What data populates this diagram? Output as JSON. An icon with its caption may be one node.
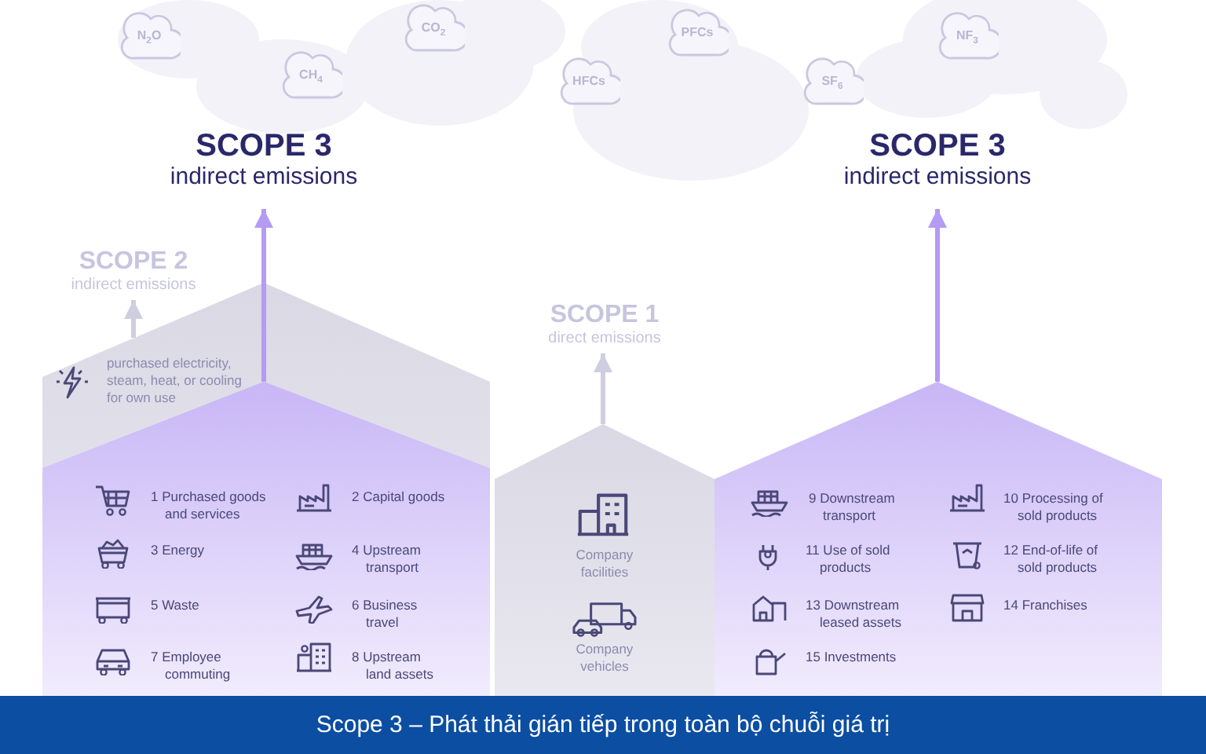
{
  "diagram": {
    "caption": "Scope 3 – Phát thải gián tiếp trong toàn bộ chuỗi giá trị",
    "nodes": [
      {
        "text": [
          "SCOPE 3",
          "indirect emissions"
        ]
      },
      {
        "text": [
          "SCOPE 3",
          "indirect emissions"
        ]
      },
      {
        "text": [
          "SCOPE 2",
          "indirect emissions"
        ]
      },
      {
        "text": [
          "SCOPE 1",
          "direct emissions"
        ]
      },
      {
        "text": [
          "purchased electricity, steam, heat, or cooling for own use"
        ]
      },
      {
        "text": [
          "1 Purchased goods and services",
          "2 Capital goods",
          "3 Energy",
          "4 Upstream transport",
          "5 Waste",
          "6 Business travel",
          "7 Employee commuting",
          "8 Upstream land assets"
        ],
        "in": 4
      },
      {
        "text": [
          "Company facilities",
          "Company vehicles"
        ]
      },
      {
        "text": [
          "9 Downstream transport",
          "10 Processing of sold products",
          "11 Use of sold products",
          "12 End-of-life of sold products",
          "13 Downstream leased assets",
          "14 Franchises",
          "15 Investments"
        ]
      },
      {
        "text": [
          "N$_{2}$O"
        ]
      },
      {
        "text": [
          "CH$_{4}$"
        ]
      },
      {
        "text": [
          "CO$_{2}$"
        ]
      },
      {
        "text": [
          "HFCs"
        ]
      },
      {
        "text": [
          "PFCs"
        ]
      },
      {
        "text": [
          "SF$_{6}$"
        ]
      },
      {
        "text": [
          "NF$_{3}$"
        ]
      }
    ],
    "edges": [
      {
        "from": 5,
        "to": 0,
        "arrow": "to"
      },
      {
        "from": 4,
        "to": 2,
        "arrow": "to",
        "color": "#cfcde0"
      },
      {
        "from": 6,
        "to": 3,
        "arrow": "to",
        "color": "#cfcde0"
      },
      {
        "from": 7,
        "to": 1,
        "arrow": "to"
      }
    ]
  }
}
